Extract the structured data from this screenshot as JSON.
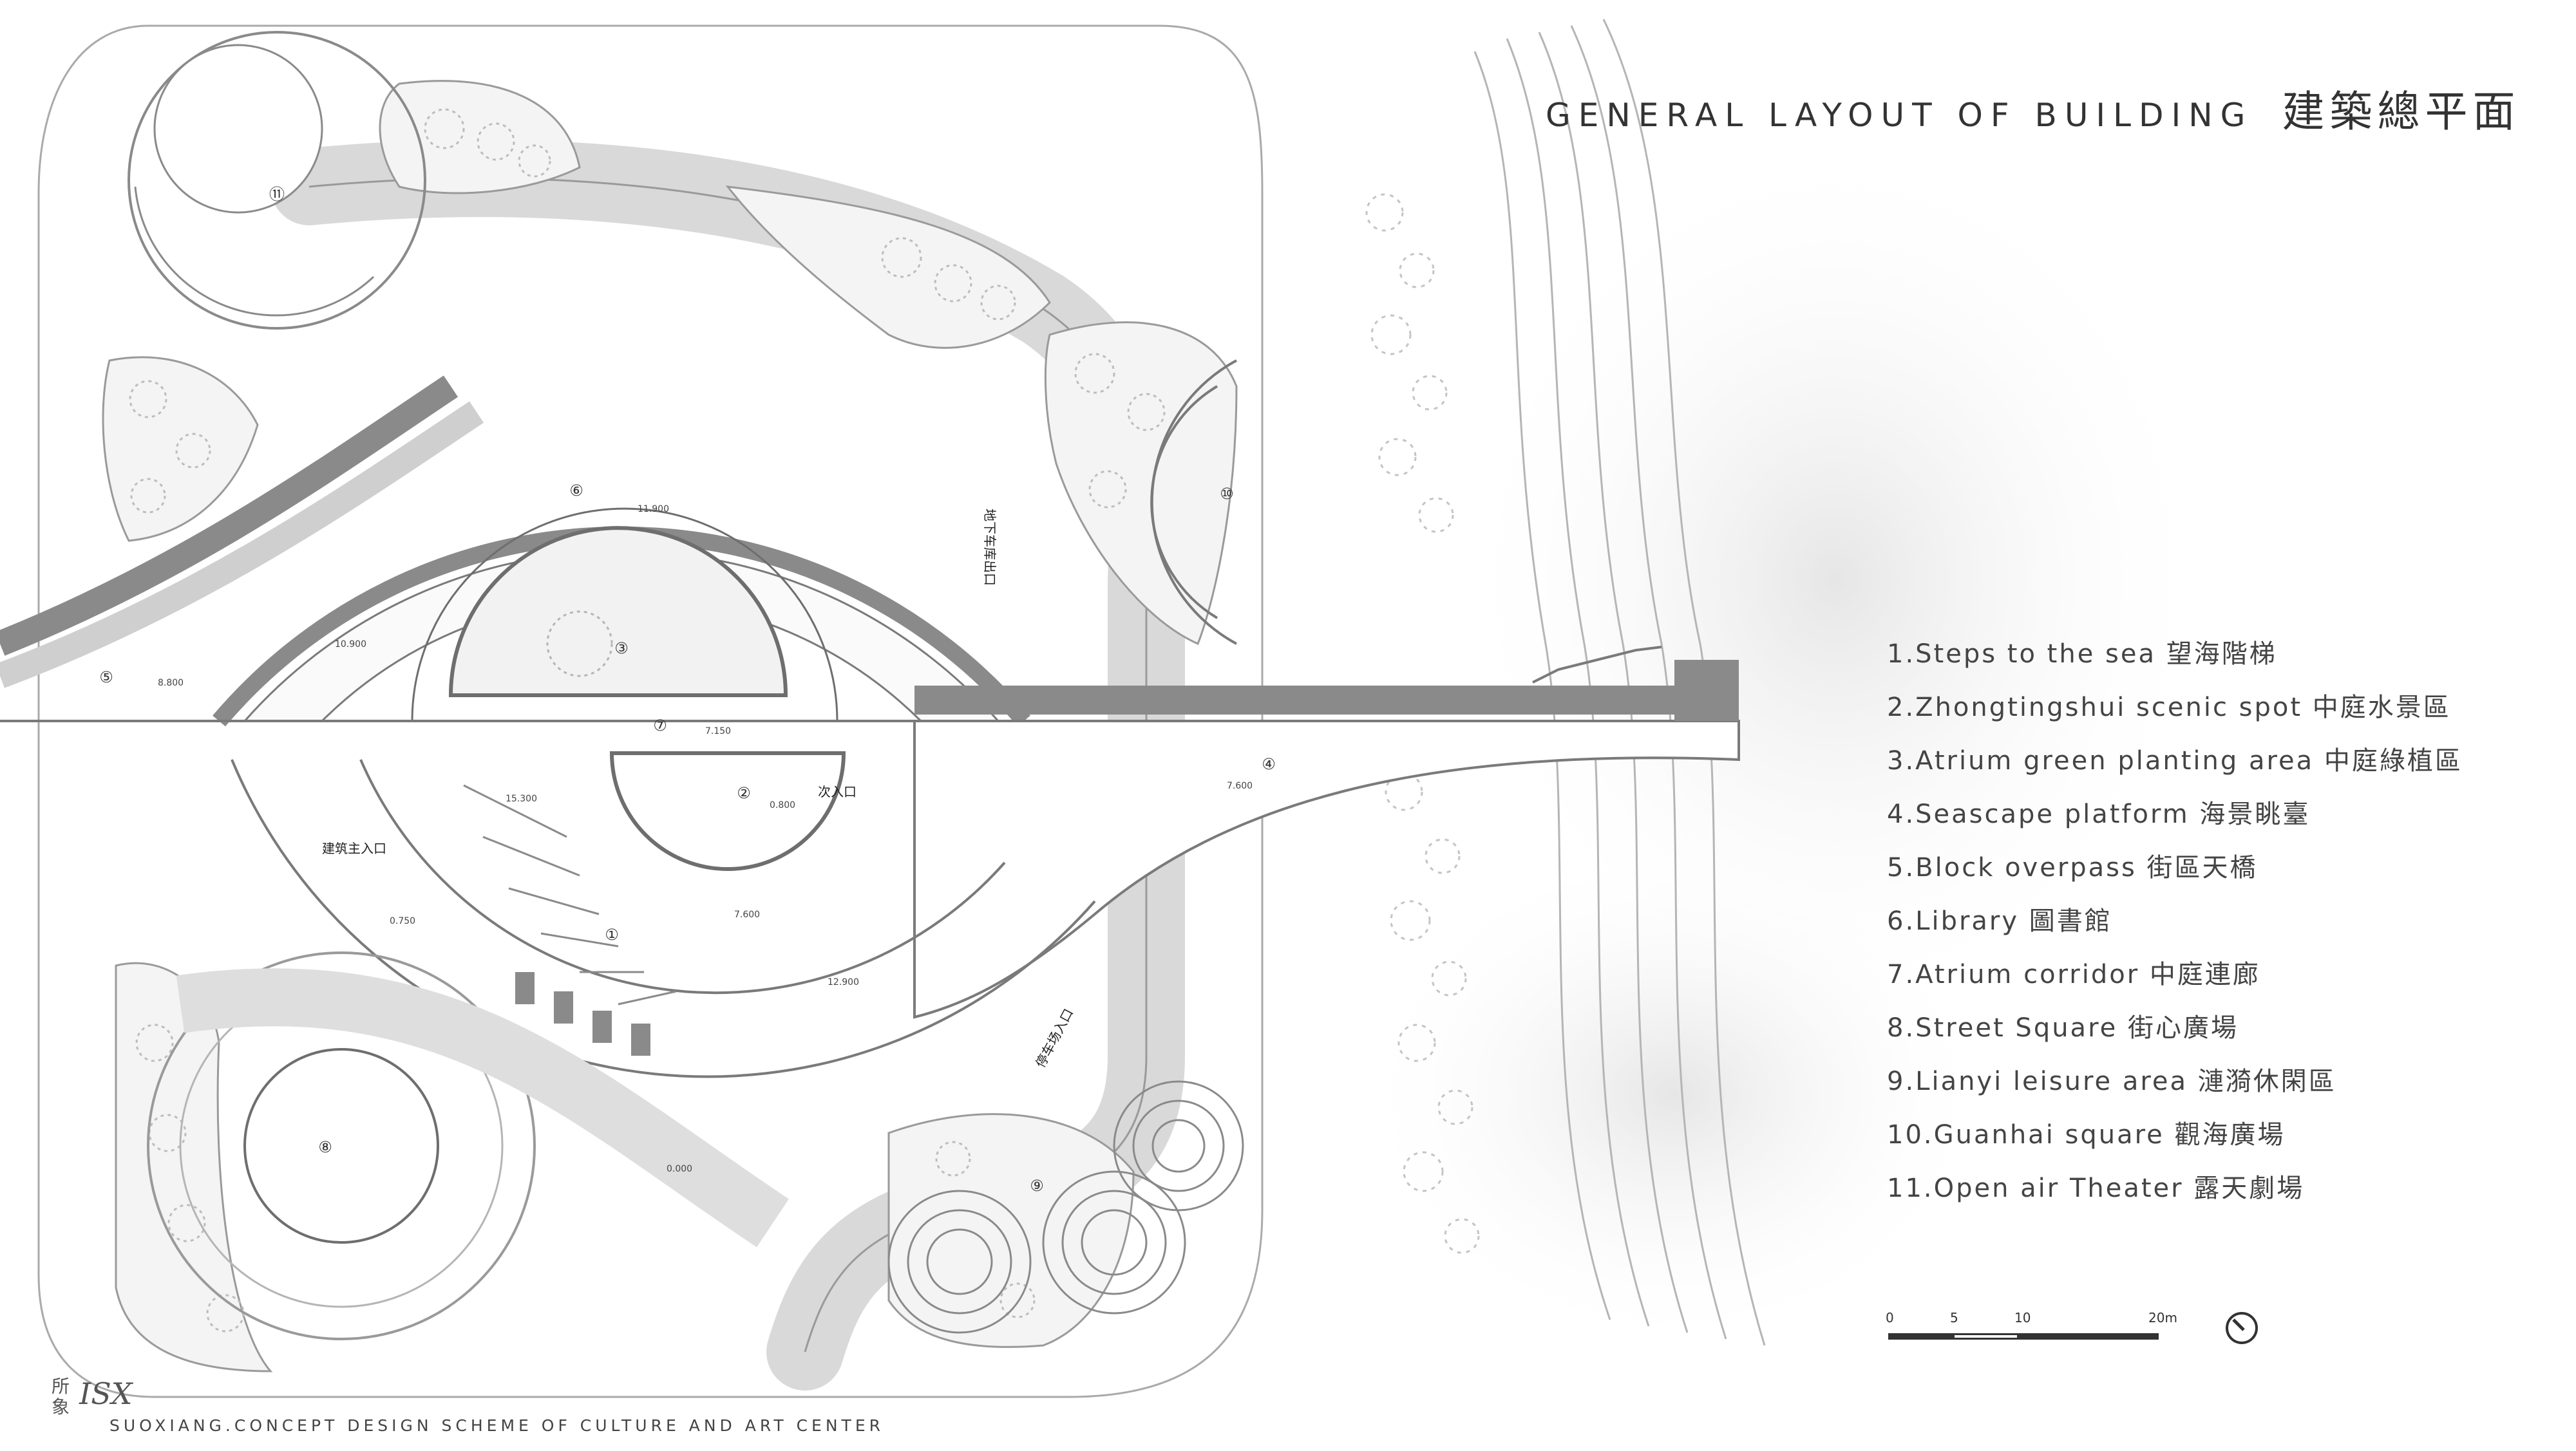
{
  "title": {
    "en": "GENERAL LAYOUT OF BUILDING",
    "zh": "建築總平面"
  },
  "legend": [
    "1.Steps to the sea 望海階梯",
    "2.Zhongtingshui scenic spot 中庭水景區",
    "3.Atrium green planting area 中庭綠植區",
    "4.Seascape platform 海景眺臺",
    "5.Block overpass 街區天橋",
    "6.Library 圖書館",
    "7.Atrium corridor 中庭連廊",
    "8.Street Square 街心廣場",
    "9.Lianyi leisure area 漣漪休閑區",
    "10.Guanhai square 觀海廣場",
    "11.Open air Theater 露天劇場"
  ],
  "scale_bar": {
    "labels": [
      "0",
      "5",
      "10",
      "20m"
    ],
    "stops_m": [
      0,
      5,
      10,
      20
    ]
  },
  "plan": {
    "zone_markers": [
      "①",
      "②",
      "③",
      "④",
      "⑤",
      "⑥",
      "⑦",
      "⑧",
      "⑨",
      "⑩",
      "⑪"
    ],
    "elevations": [
      "11.900",
      "10.900",
      "8.800",
      "7.150",
      "7.600",
      "15.300",
      "0.800",
      "7.600",
      "12.900",
      "0.750",
      "0.000"
    ],
    "entrances": {
      "main": "建筑主入口",
      "secondary": "次入口",
      "garage_exit": "地下车库出口",
      "parking_entry": "停车场入口"
    }
  },
  "footer": {
    "brand_line1": "所",
    "brand_line2": "象",
    "logo": "ISX",
    "caption": "SUOXIANG.CONCEPT DESIGN SCHEME OF CULTURE AND ART CENTER"
  },
  "colors": {
    "ink": "#333333",
    "road": "#d9d9d9",
    "dark_fill": "#8a8a8a",
    "line": "#6e6e6e",
    "paper": "#ffffff"
  }
}
